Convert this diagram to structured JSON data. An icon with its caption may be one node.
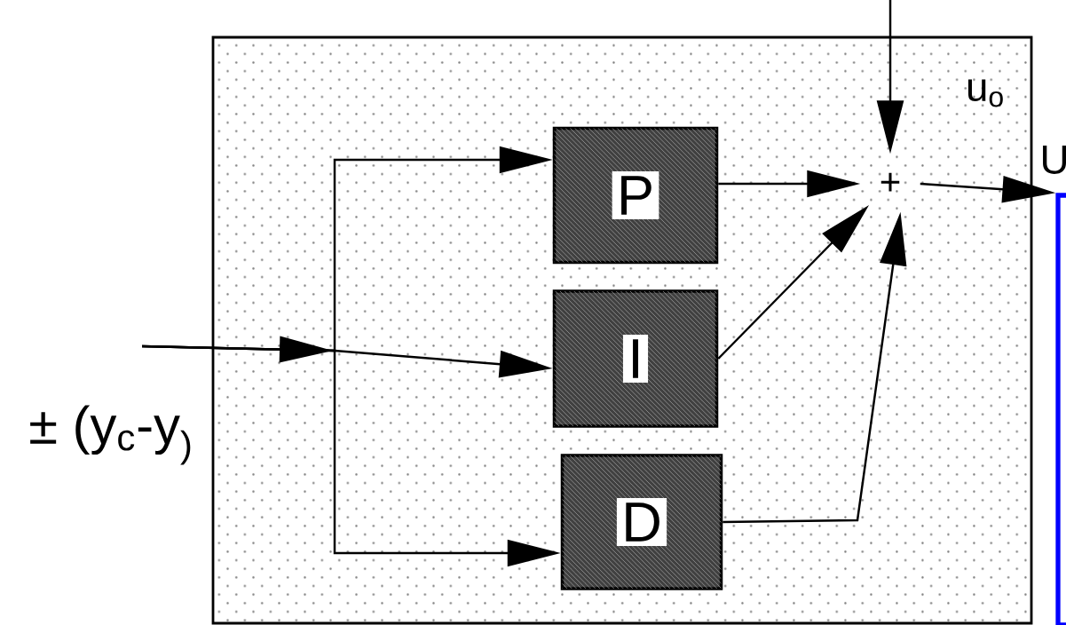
{
  "diagram": {
    "nodes": [
      {
        "text": [],
        "shape": "box"
      },
      {
        "text": [
          "P"
        ],
        "in": 0
      },
      {
        "text": [
          "I"
        ],
        "in": 0
      },
      {
        "text": [
          "D"
        ],
        "in": 0
      },
      {
        "text": [
          "+"
        ],
        "in": 0
      },
      {
        "text": [],
        "shape": "box"
      }
    ],
    "edges": [
      {
        "from": null,
        "to": 1,
        "arrow": "to"
      },
      {
        "from": null,
        "to": 2,
        "arrow": "to"
      },
      {
        "from": null,
        "to": 3,
        "arrow": "to"
      },
      {
        "from": 1,
        "to": 4,
        "arrow": "to"
      },
      {
        "from": 2,
        "to": 4,
        "arrow": "to"
      },
      {
        "from": 3,
        "to": 4,
        "arrow": "to"
      },
      {
        "from": null,
        "to": 4,
        "arrow": "to",
        "label": "u$_{o}$"
      },
      {
        "from": 4,
        "to": 5,
        "arrow": "to",
        "label": "U",
        "color": "#000000"
      }
    ],
    "labels": [
      "± (y$_{c}$-y$_{)}$"
    ]
  }
}
